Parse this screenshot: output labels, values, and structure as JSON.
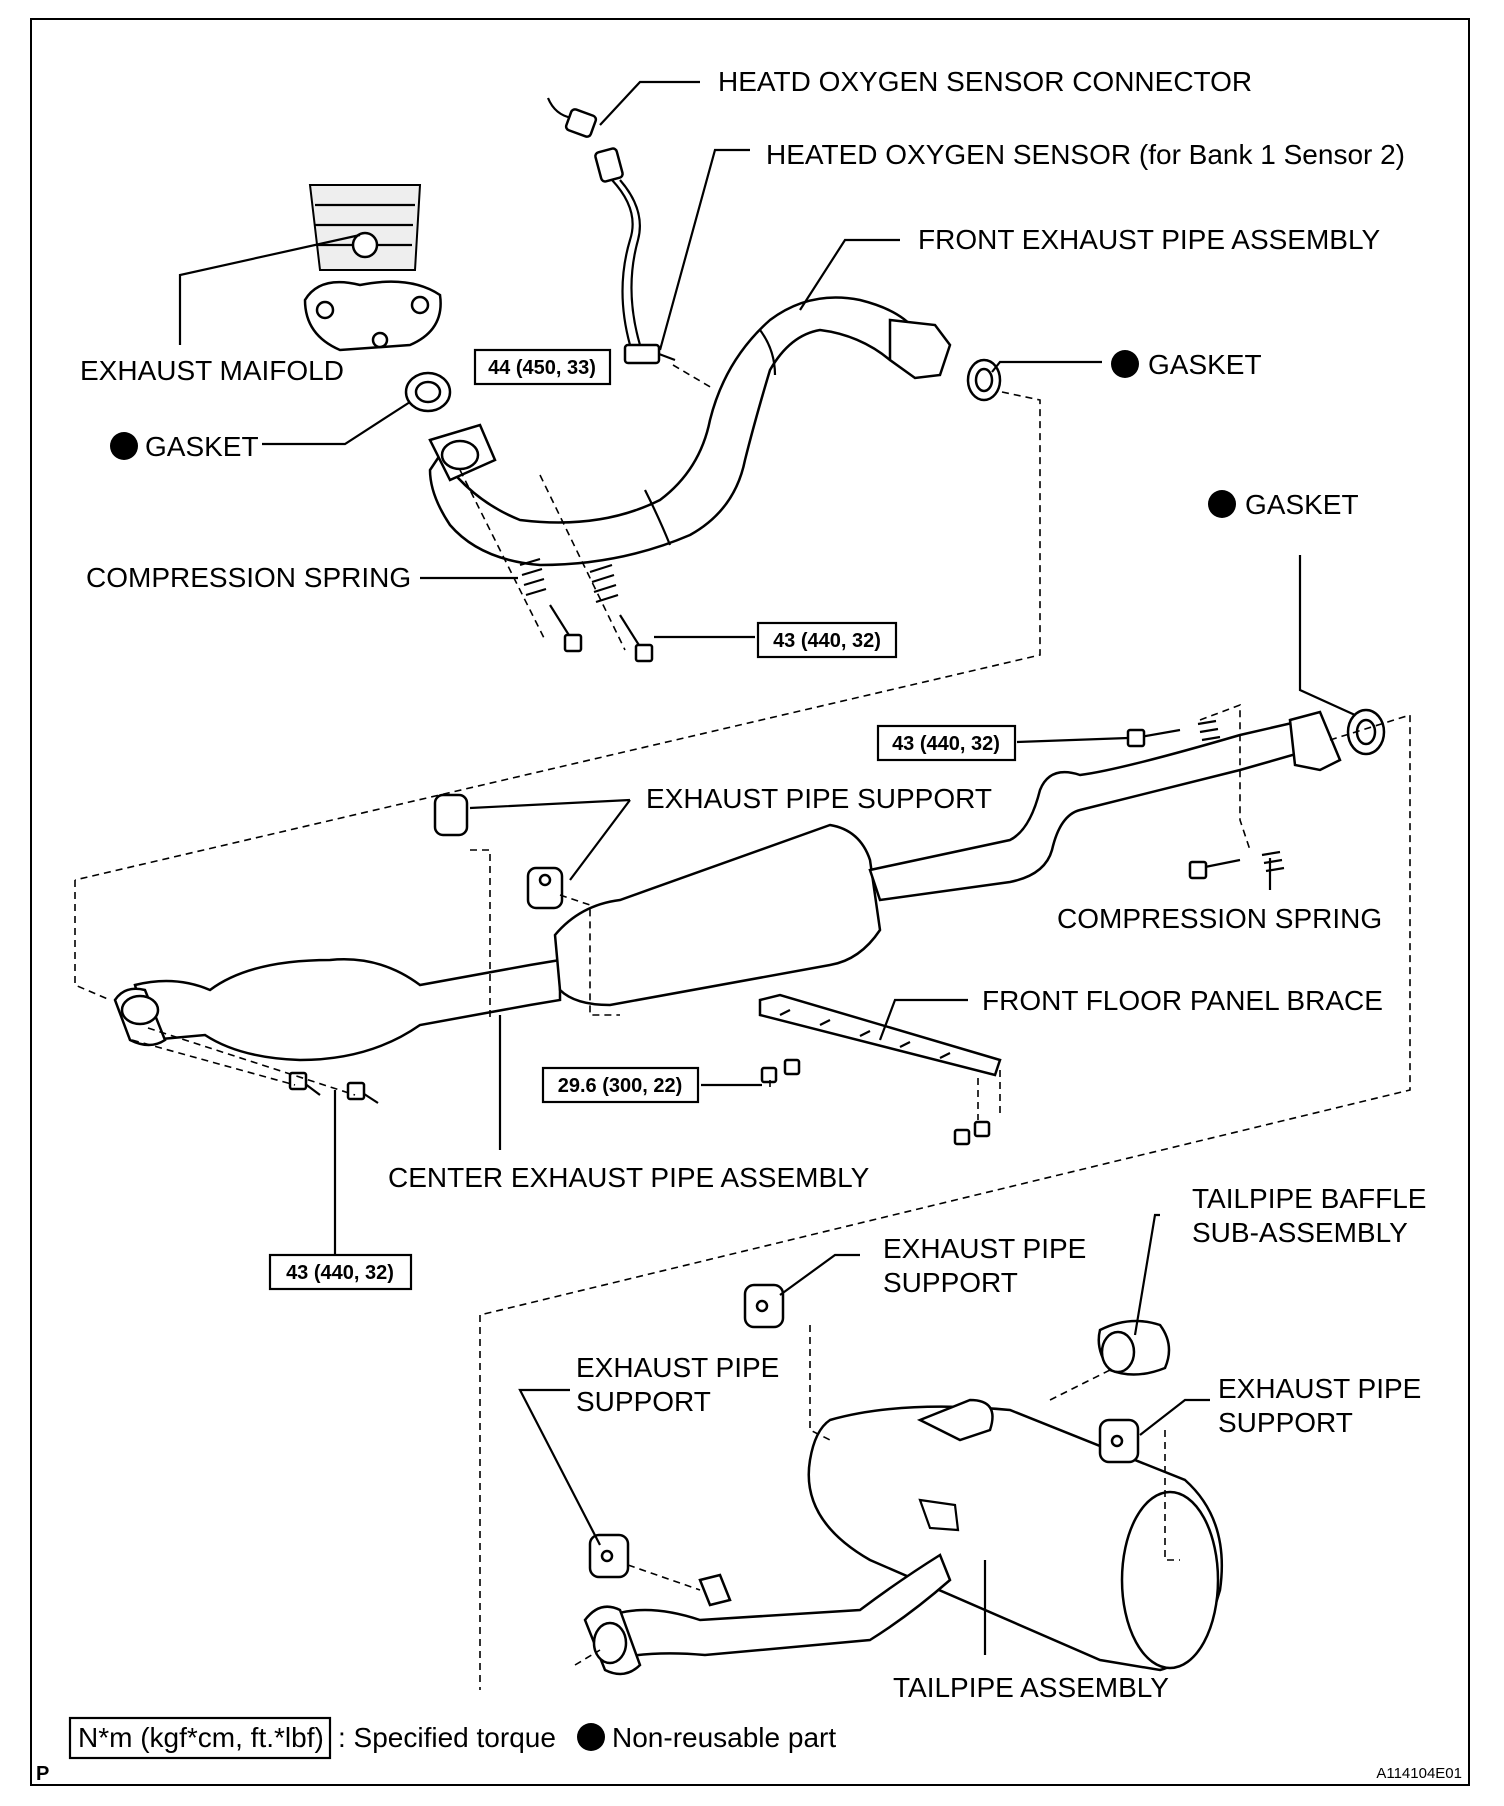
{
  "labels": {
    "heatd_oxygen_sensor_connector": "HEATD OXYGEN SENSOR CONNECTOR",
    "heated_oxygen_sensor": "HEATED OXYGEN SENSOR (for Bank 1 Sensor 2)",
    "front_exhaust_pipe_assembly": "FRONT EXHAUST PIPE ASSEMBLY",
    "exhaust_maifold": "EXHAUST MAIFOLD",
    "gasket_right_top": "GASKET",
    "gasket_left": "GASKET",
    "gasket_right_mid": "GASKET",
    "compression_spring_top": "COMPRESSION SPRING",
    "exhaust_pipe_support_center": "EXHAUST PIPE SUPPORT",
    "compression_spring_right": "COMPRESSION SPRING",
    "front_floor_panel_brace": "FRONT FLOOR PANEL BRACE",
    "center_exhaust_pipe_assembly": "CENTER EXHAUST PIPE ASSEMBLY",
    "tailpipe_baffle_line1": "TAILPIPE BAFFLE",
    "tailpipe_baffle_line2": "SUB-ASSEMBLY",
    "support_a_line1": "EXHAUST PIPE",
    "support_a_line2": "SUPPORT",
    "support_b_line1": "EXHAUST PIPE",
    "support_b_line2": "SUPPORT",
    "support_c_line1": "EXHAUST PIPE",
    "support_c_line2": "SUPPORT",
    "tailpipe_assembly": "TAILPIPE ASSEMBLY"
  },
  "torques": {
    "sensor": "44 (450, 33)",
    "front_pipe_bolt": "43 (440, 32)",
    "center_pipe_rear": "43 (440, 32)",
    "brace": "29.6 (300, 22)",
    "center_pipe_front": "43 (440, 32)"
  },
  "legend": {
    "torque_box": "N*m (kgf*cm, ft.*lbf)",
    "torque_text": ": Specified torque",
    "nonreusable_text": "Non-reusable part"
  },
  "footer": {
    "page_letter": "P",
    "figure_id": "A114104E01"
  }
}
